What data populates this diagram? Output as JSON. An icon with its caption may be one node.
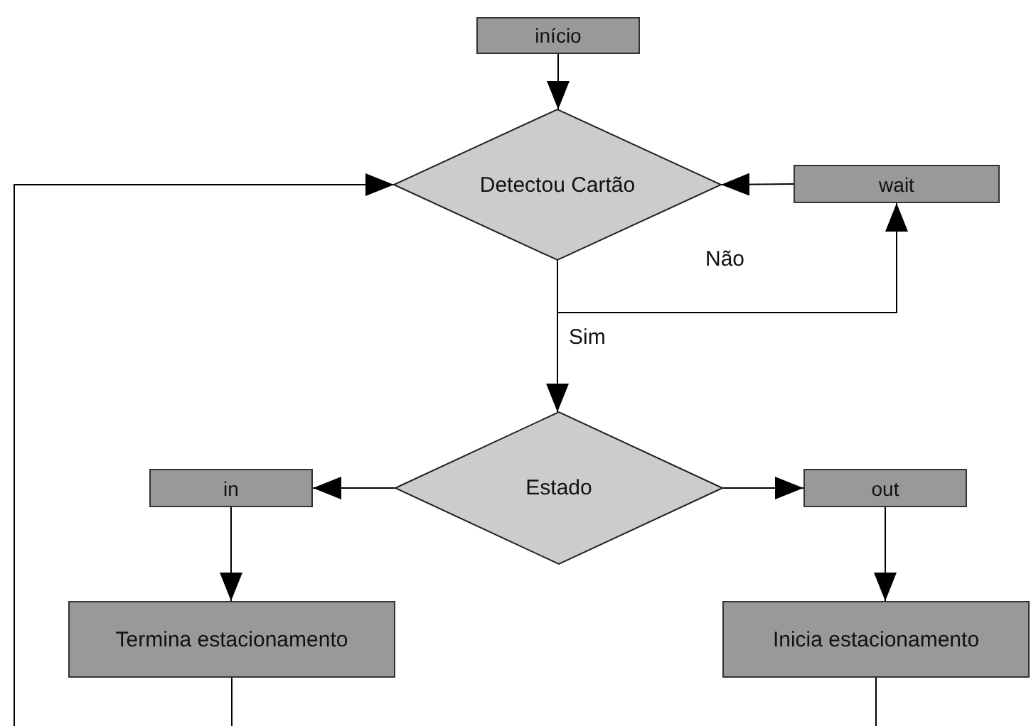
{
  "diagram": {
    "nodes": [
      {
        "text": [
          "início"
        ]
      },
      {
        "text": [
          "Detectou Cartão"
        ]
      },
      {
        "text": [
          "wait"
        ]
      },
      {
        "text": [
          "Estado"
        ]
      },
      {
        "text": [
          "in"
        ]
      },
      {
        "text": [
          "out"
        ]
      },
      {
        "text": [
          "Termina estacionamento"
        ]
      },
      {
        "text": [
          "Inicia estacionamento"
        ]
      }
    ],
    "edges": [
      {
        "from": 0,
        "to": 1,
        "arrow": "to"
      },
      {
        "from": 2,
        "to": 1,
        "arrow": "to"
      },
      {
        "from": 1,
        "to": 2,
        "arrow": "to",
        "label": "Não"
      },
      {
        "from": 1,
        "to": 3,
        "arrow": "to",
        "label": "Sim"
      },
      {
        "from": 3,
        "to": 4,
        "arrow": "to"
      },
      {
        "from": 3,
        "to": 5,
        "arrow": "to"
      },
      {
        "from": 4,
        "to": 6,
        "arrow": "to"
      },
      {
        "from": 5,
        "to": 7,
        "arrow": "to"
      },
      {
        "from": 6,
        "to": null,
        "arrow": "none"
      },
      {
        "from": 7,
        "to": null,
        "arrow": "none"
      },
      {
        "from": null,
        "to": 1,
        "arrow": "to"
      }
    ]
  }
}
